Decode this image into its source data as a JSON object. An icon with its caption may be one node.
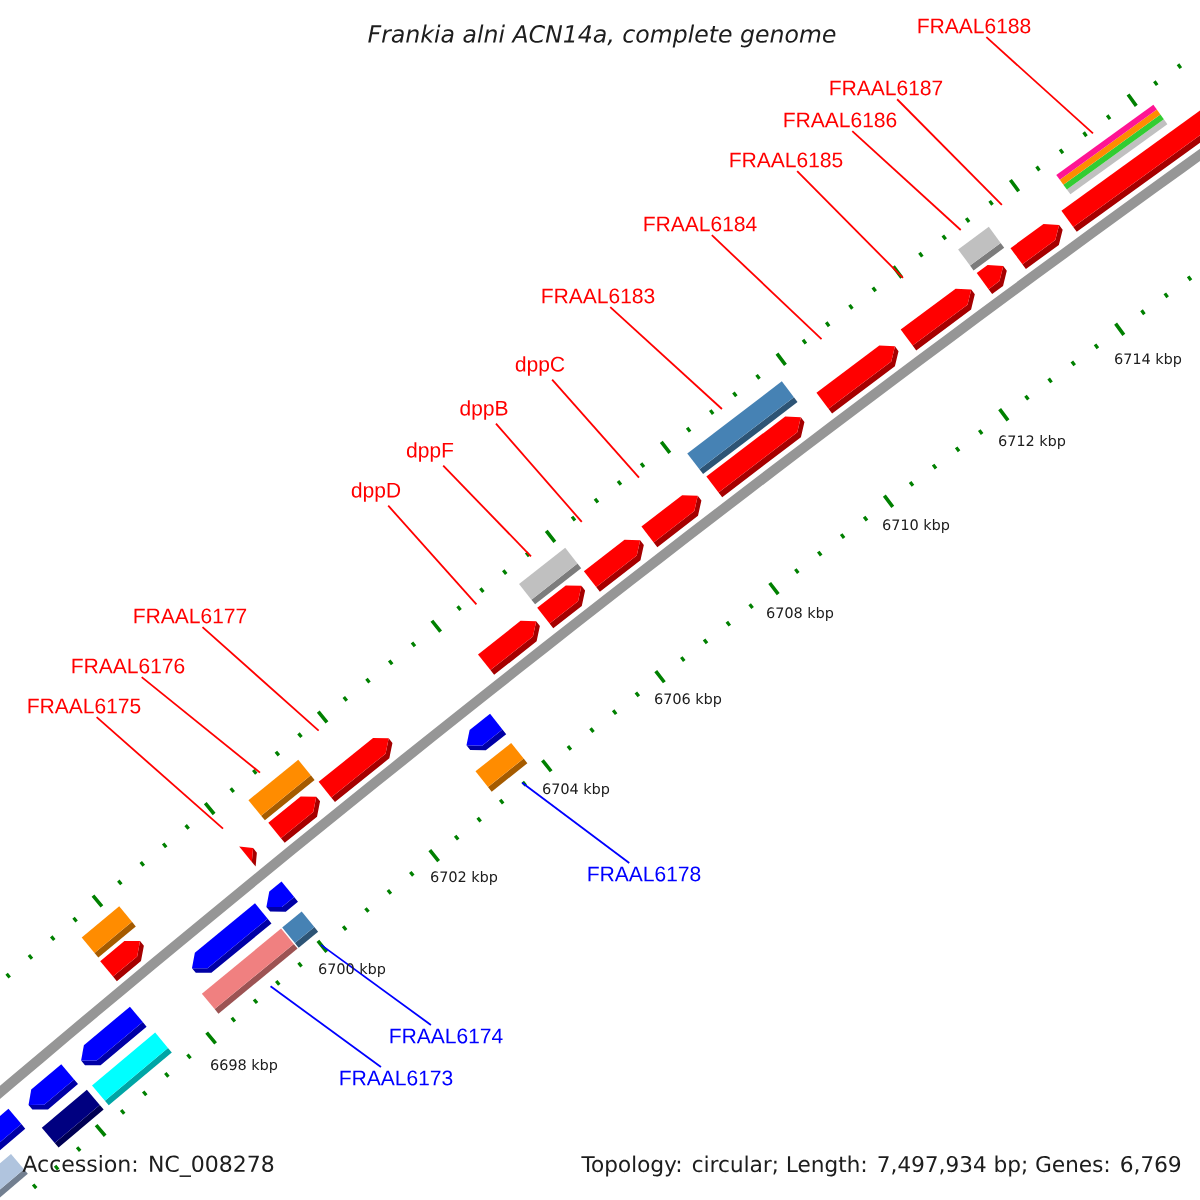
{
  "diagram": {
    "title": "Frankia alni ACN14a, complete genome",
    "nodes": [
      {
        "text": [
          "FRAAL6188"
        ]
      },
      {
        "text": [
          "FRAAL6187"
        ]
      },
      {
        "text": [
          "FRAAL6186"
        ]
      },
      {
        "text": [
          "FRAAL6185"
        ]
      },
      {
        "text": [
          "FRAAL6184"
        ]
      },
      {
        "text": [
          "FRAAL6183"
        ]
      },
      {
        "text": [
          "dppC"
        ]
      },
      {
        "text": [
          "dppB"
        ]
      },
      {
        "text": [
          "dppF"
        ]
      },
      {
        "text": [
          "dppD"
        ]
      },
      {
        "text": [
          "FRAAL6177"
        ]
      },
      {
        "text": [
          "FRAAL6176"
        ]
      },
      {
        "text": [
          "FRAAL6175"
        ]
      },
      {
        "text": [
          "FRAAL6178"
        ]
      },
      {
        "text": [
          "FRAAL6174"
        ]
      },
      {
        "text": [
          "FRAAL6173"
        ]
      },
      {
        "text": [],
        "shape": "pentagon"
      },
      {
        "text": [],
        "shape": "box"
      },
      {
        "text": [],
        "shape": "pentagon"
      },
      {
        "text": [],
        "shape": "box"
      },
      {
        "text": [],
        "shape": "box"
      },
      {
        "text": [],
        "shape": "pentagon"
      },
      {
        "text": [],
        "shape": "pentagon"
      },
      {
        "text": [],
        "shape": "box"
      },
      {
        "text": [],
        "shape": "pentagon"
      },
      {
        "text": [],
        "shape": "box"
      },
      {
        "text": [],
        "shape": "triangle"
      },
      {
        "text": [],
        "shape": "box"
      },
      {
        "text": [],
        "shape": "pentagon"
      },
      {
        "text": [],
        "shape": "pentagon"
      },
      {
        "text": [],
        "shape": "box"
      },
      {
        "text": [],
        "shape": "pentagon"
      },
      {
        "text": [],
        "shape": "pentagon"
      },
      {
        "text": [],
        "shape": "box"
      },
      {
        "text": [],
        "shape": "pentagon"
      },
      {
        "text": [],
        "shape": "box"
      },
      {
        "text": [],
        "shape": "pentagon"
      },
      {
        "text": [],
        "shape": "pentagon"
      },
      {
        "text": [],
        "shape": "pentagon"
      },
      {
        "text": [],
        "shape": "box"
      },
      {
        "text": [],
        "shape": "pentagon"
      },
      {
        "text": [],
        "shape": "pentagon"
      },
      {
        "text": [],
        "shape": "pentagon"
      },
      {
        "text": [],
        "shape": "box"
      },
      {
        "text": [],
        "shape": "pentagon"
      },
      {
        "text": [],
        "shape": "pentagon"
      },
      {
        "text": [],
        "shape": "bar"
      },
      {
        "text": [],
        "shape": "pentagon"
      }
    ],
    "edges": [
      {
        "from": 0,
        "to": 46,
        "arrow": "none"
      },
      {
        "from": 1,
        "to": 45,
        "arrow": "none"
      },
      {
        "from": 2,
        "to": 43,
        "arrow": "none"
      },
      {
        "from": 3,
        "to": 42,
        "arrow": "none"
      },
      {
        "from": 4,
        "to": 41,
        "arrow": "none"
      },
      {
        "from": 5,
        "to": 39,
        "arrow": "none"
      },
      {
        "from": 6,
        "to": 38,
        "arrow": "none"
      },
      {
        "from": 7,
        "to": 37,
        "arrow": "none"
      },
      {
        "from": 8,
        "to": 35,
        "arrow": "none"
      },
      {
        "from": 9,
        "to": 34,
        "arrow": "none"
      },
      {
        "from": 10,
        "to": 31,
        "arrow": "none"
      },
      {
        "from": 11,
        "to": 27,
        "arrow": "none"
      },
      {
        "from": 12,
        "to": 26,
        "arrow": "none"
      },
      {
        "from": 13,
        "to": 33,
        "arrow": "none",
        "color": "#0000ff"
      },
      {
        "from": 14,
        "to": 30,
        "arrow": "none",
        "color": "#0000ff"
      },
      {
        "from": 15,
        "to": 25,
        "arrow": "none",
        "color": "#0000ff"
      }
    ],
    "labels": [
      "6714 kbp",
      "6712 kbp",
      "6710 kbp",
      "6708 kbp",
      "6706 kbp",
      "6704 kbp",
      "6702 kbp",
      "6700 kbp",
      "6698 kbp",
      "Accession: NC_008278",
      "Topology: circular; Length: 7,497,934 bp; Genes: 6,769"
    ]
  }
}
